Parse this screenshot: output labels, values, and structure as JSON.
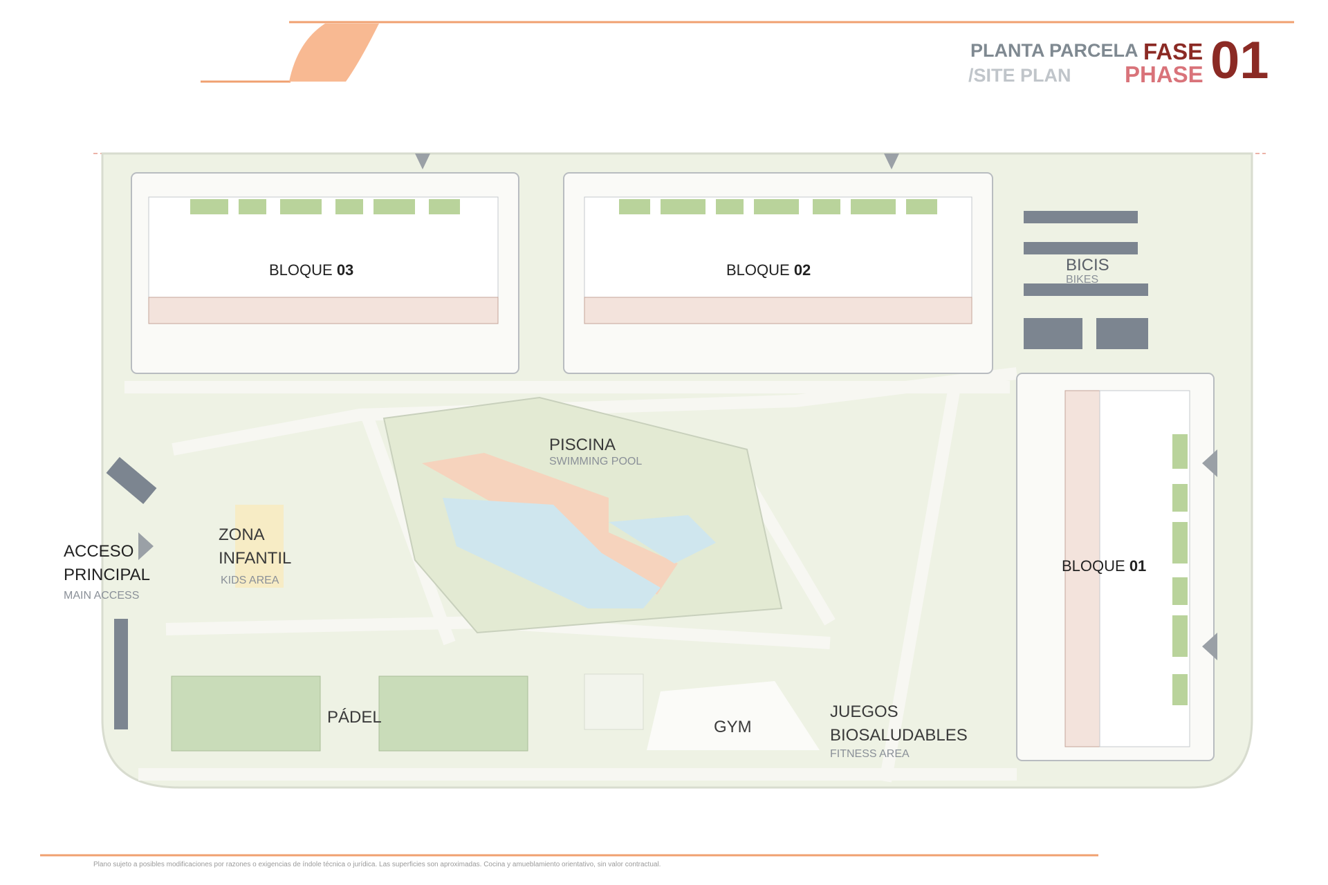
{
  "header": {
    "title_es": "PLANTA PARCELA",
    "title_en": "/SITE PLAN",
    "phase_es": "FASE",
    "phase_en": "PHASE",
    "phase_number": "01"
  },
  "colors": {
    "accent_orange": "#f0a070",
    "phase_dark_red": "#8b2a24",
    "phase_light_red": "#d9737a",
    "green_area": "#e8eedb",
    "pool_water": "#cfe6ee",
    "pool_deck": "#f6d3bd",
    "court_green": "#c9dcb9"
  },
  "site_labels": {
    "bloque03_prefix": "BLOQUE ",
    "bloque03_num": "03",
    "bloque02_prefix": "BLOQUE ",
    "bloque02_num": "02",
    "bloque01_prefix": "BLOQUE ",
    "bloque01_num": "01",
    "bicis": "BICIS",
    "bikes": "BIKES",
    "piscina": "PISCINA",
    "swimming_pool": "SWIMMING POOL",
    "zona": "ZONA",
    "infantil": "INFANTIL",
    "kids_area": "KIDS AREA",
    "acceso": "ACCESO",
    "principal": "PRINCIPAL",
    "main_access": "MAIN ACCESS",
    "padel": "PÁDEL",
    "gym": "GYM",
    "juegos": "JUEGOS",
    "biosaludables": "BIOSALUDABLES",
    "fitness_area": "FITNESS AREA"
  },
  "footer": {
    "disclaimer": "Plano sujeto a posibles modificaciones por razones o exigencias de índole técnica o jurídica. Las superficies son aproximadas. Cocina y amueblamiento orientativo, sin valor contractual."
  }
}
